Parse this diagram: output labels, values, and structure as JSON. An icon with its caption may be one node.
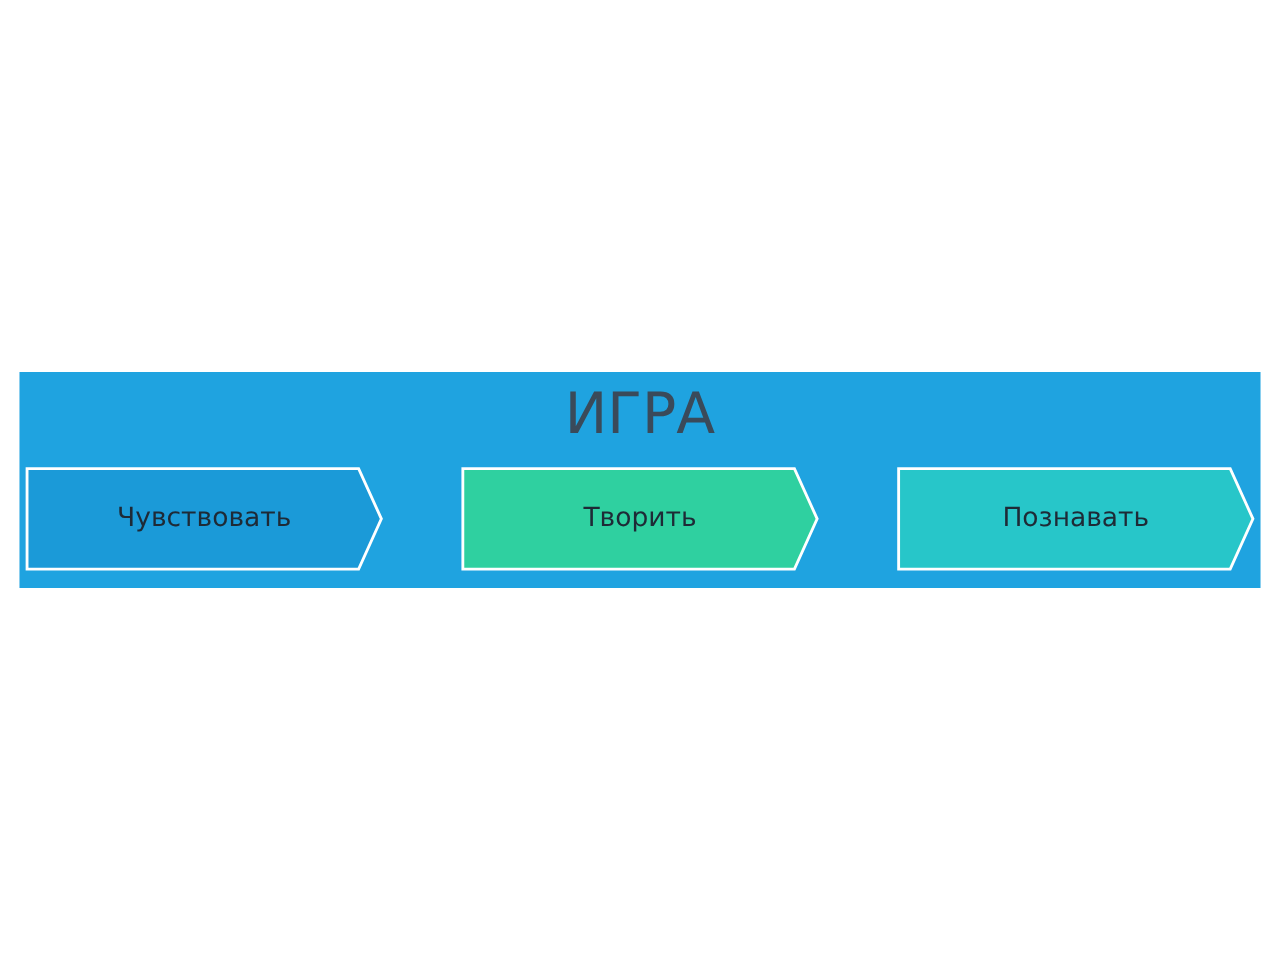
{
  "diagram": {
    "title": "ИГРА",
    "nodes": [
      {
        "text": [
          "Чувствовать"
        ]
      },
      {
        "text": [
          "Творить"
        ]
      },
      {
        "text": [
          "Познавать"
        ]
      }
    ]
  }
}
